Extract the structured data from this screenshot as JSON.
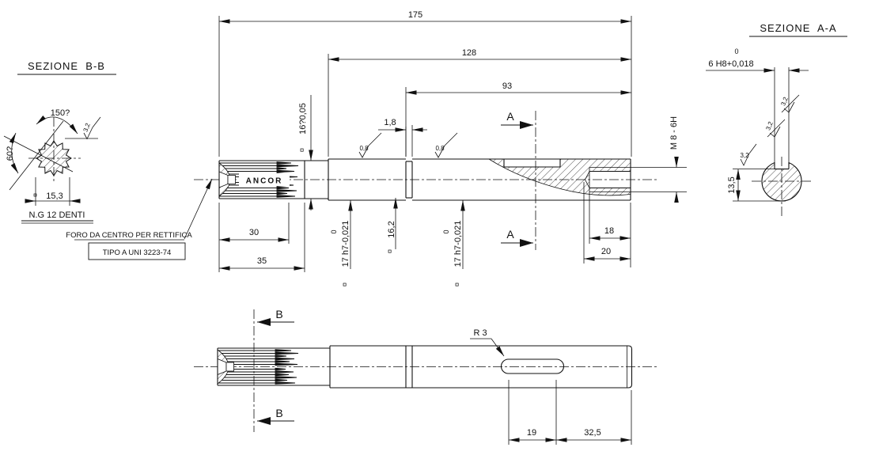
{
  "section_bb": {
    "title": "SEZIONE  B-B",
    "angle_major": "150?",
    "angle_minor": "60?",
    "roughness": "3,2",
    "across_flats": "15,3",
    "teeth_note": "N.G 12 DENTI"
  },
  "center_note": {
    "line1": "FORO DA CENTRO PER RETTIFICA",
    "line2": "TIPO A UNI 3223-74"
  },
  "front_view": {
    "brand": "ANCOR",
    "len_total": "175",
    "len_128": "128",
    "len_93": "93",
    "spline_dia": "16?0,05",
    "groove_width": "1,8",
    "rough_a": "0,8",
    "rough_b": "0,8",
    "dia17_a_tol": "0",
    "dia17_a": "17 h7-0,021",
    "groove_dia": "16,2",
    "dia17_b_tol": "0",
    "dia17_b": "17 h7-0,021",
    "len_30": "30",
    "len_35": "35",
    "len_18": "18",
    "len_20": "20",
    "thread": "M 8 - 6H",
    "cut_label": "A"
  },
  "section_aa": {
    "title": "SEZIONE  A-A",
    "key_tol": "0",
    "key_width": "6 H8+0,018",
    "rough_a": "3,2",
    "rough_b": "3,2",
    "rough_c": "3,2",
    "key_depth": "13,5"
  },
  "bottom_view": {
    "cut_label": "B",
    "radius": "R 3",
    "len_19": "19",
    "len_32_5": "32,5"
  }
}
